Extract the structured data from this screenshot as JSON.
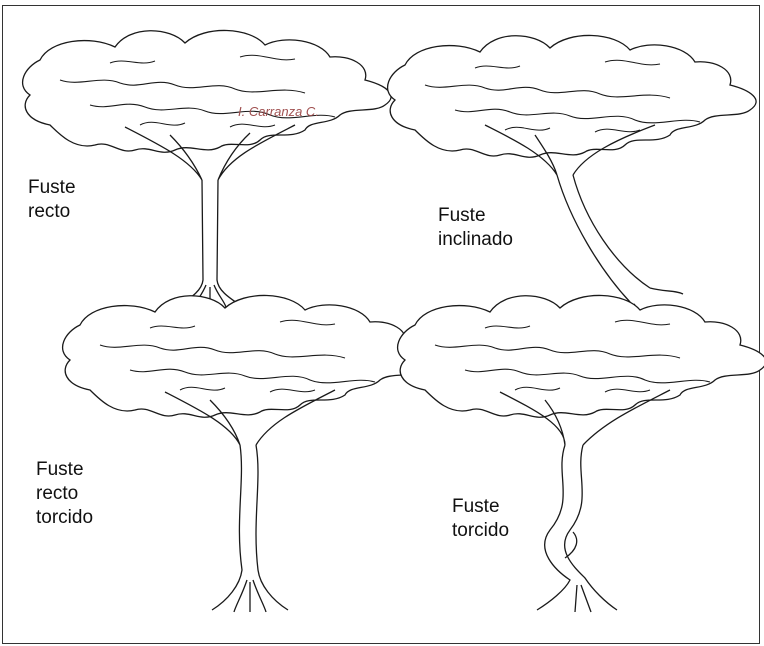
{
  "colors": {
    "line": "#1a1a1a",
    "background": "#ffffff",
    "watermark": "#a05050"
  },
  "watermark": "I. Carranza C.",
  "trees": [
    {
      "id": "recto",
      "lines": [
        "Fuste",
        "recto"
      ]
    },
    {
      "id": "inclinado",
      "lines": [
        "Fuste",
        "inclinado"
      ]
    },
    {
      "id": "recto-torcido",
      "lines": [
        "Fuste",
        "recto",
        "torcido"
      ]
    },
    {
      "id": "torcido",
      "lines": [
        "Fuste",
        "torcido"
      ]
    }
  ]
}
